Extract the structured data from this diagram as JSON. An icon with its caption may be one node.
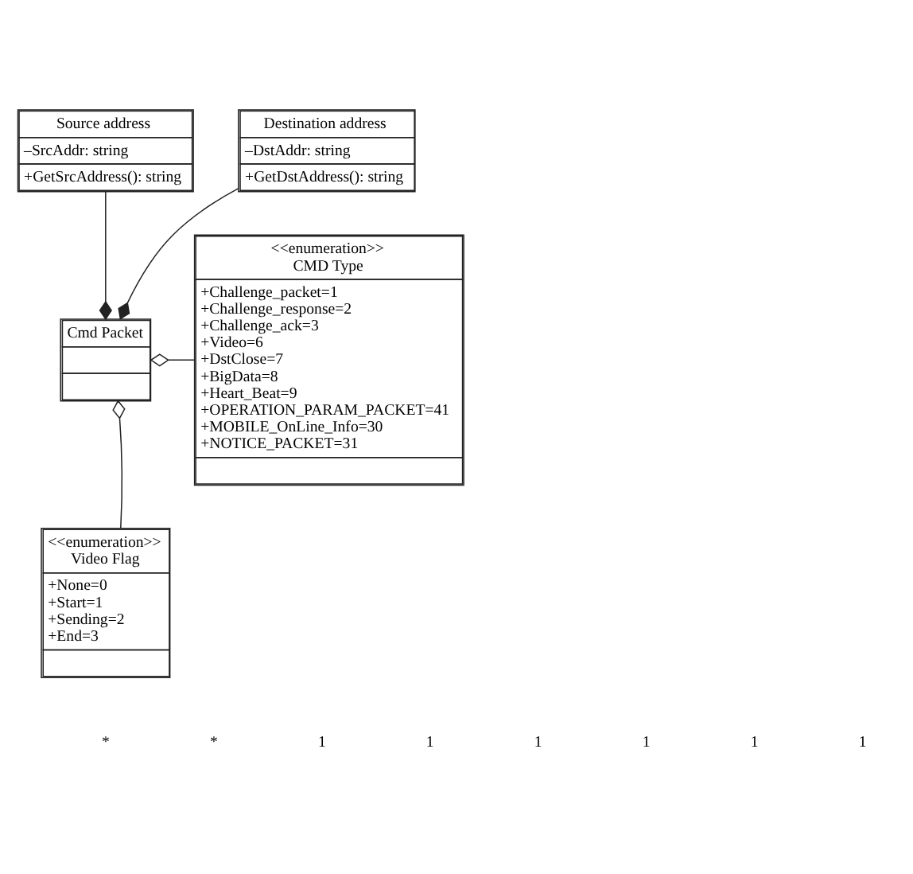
{
  "diagram": {
    "nodes": [
      {
        "text": [
          "Source address",
          "–SrcAddr: string",
          "+GetSrcAddress(): string"
        ]
      },
      {
        "text": [
          "Destination address",
          "–DstAddr: string",
          "+GetDstAddress(): string"
        ]
      },
      {
        "text": [
          "Cmd Packet"
        ]
      },
      {
        "text": [
          "<<enumeration>>",
          "CMD Type",
          "+Challenge_packet=1",
          "+Challenge_response=2",
          "+Challenge_ack=3",
          "+Video=6",
          "+DstClose=7",
          "+BigData=8",
          "+Heart_Beat=9",
          "+OPERATION_PARAM_PACKET=41",
          "+MOBILE_OnLine_Info=30",
          "+NOTICE_PACKET=31"
        ]
      },
      {
        "text": [
          "<<enumeration>>",
          "Video Flag",
          "+None=0",
          "+Start=1",
          "+Sending=2",
          "+End=3"
        ]
      }
    ],
    "edges": [
      {
        "from": 0,
        "to": 2,
        "arrow": "other"
      },
      {
        "from": 1,
        "to": 2,
        "arrow": "other"
      },
      {
        "from": 3,
        "to": 2,
        "arrow": "other"
      },
      {
        "from": 4,
        "to": 2,
        "arrow": "other"
      }
    ],
    "labels": [
      "*",
      "*",
      "1",
      "1",
      "1",
      "1",
      "1",
      "1"
    ]
  }
}
